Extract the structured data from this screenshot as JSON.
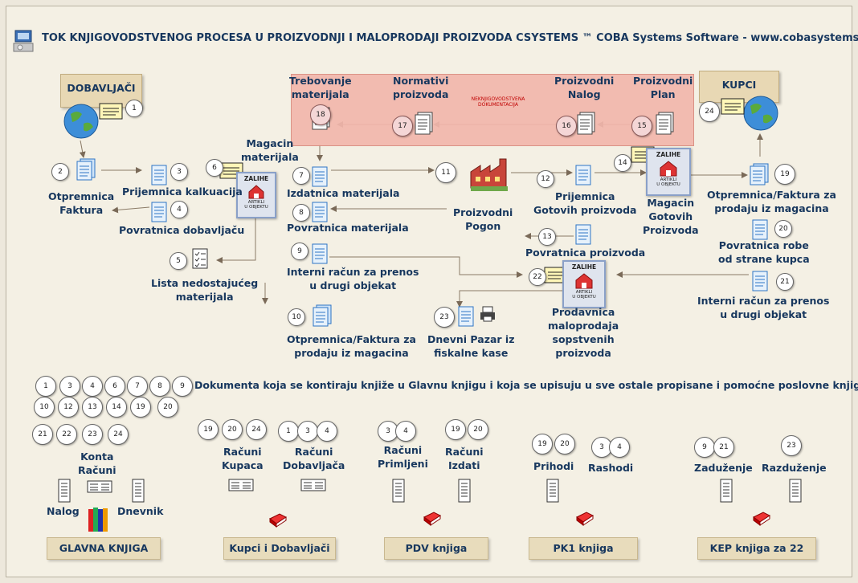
{
  "title": "TOK KNJIGOVODSTVENOG PROCESA  U PROIZVODNJI I MALOPRODAJI PROIZVODA CSYSTEMS ™ COBA Systems Software - www.cobasystems.com",
  "boxes": {
    "dobavljaci": "DOBAVLJAČI",
    "kupci": "KUPCI"
  },
  "pink": {
    "trebovanje": [
      "Trebovanje",
      "materijala"
    ],
    "normativi": [
      "Normativi",
      "proizvoda"
    ],
    "nalog": [
      "Proizvodni",
      "Nalog"
    ],
    "plan": [
      "Proizvodni",
      "Plan"
    ],
    "note": [
      "NEKNJIGOVODSTVENA",
      "DOKUMENTACIJA"
    ]
  },
  "stock": {
    "title": "ZALIHE",
    "line1": "ARTIKLI",
    "line2": "U OBJEKTU"
  },
  "labels": {
    "otpremnica_faktura": [
      "Otpremnica",
      "Faktura"
    ],
    "prijemnica_kalkuacija": "Prijemnica kalkuacija",
    "povratnica_dobavljacu": "Povratnica dobavljaču",
    "magacin_materijala": [
      "Magacin",
      "materijala"
    ],
    "izdatnica": "Izdatnica materijala",
    "povratnica_materijala": "Povratnica materijala",
    "lista_nedostajuceg": [
      "Lista nedostajućeg",
      "materijala"
    ],
    "interni_racun_1": [
      "Interni račun za prenos",
      "u drugi objekat"
    ],
    "otpremnica_10": [
      "Otpremnica/Faktura za",
      "prodaju iz magacina"
    ],
    "proizvodni_pogon": [
      "Proizvodni",
      "Pogon"
    ],
    "prijemnica_gotovih": [
      "Prijemnica",
      "Gotovih proizvoda"
    ],
    "magacin_gotovih": [
      "Magacin",
      "Gotovih",
      "Proizvoda"
    ],
    "otpremnica_19": [
      "Otpremnica/Faktura za",
      "prodaju iz magacina"
    ],
    "povratnica_robe": [
      "Povratnica robe",
      "od strane kupca"
    ],
    "interni_racun_21": [
      "Interni račun za prenos",
      "u drugi objekat"
    ],
    "povratnica_proizvoda": "Povratnica proizvoda",
    "prodavnica": [
      "Prodavnica",
      "maloprodaja",
      "sopstvenih",
      "proizvoda"
    ],
    "dnevni_pazar": [
      "Dnevni Pazar iz",
      "fiskalne kase"
    ]
  },
  "flow_numbers": [
    "1",
    "2",
    "3",
    "4",
    "5",
    "6",
    "7",
    "8",
    "9",
    "10",
    "11",
    "12",
    "13",
    "14",
    "15",
    "16",
    "17",
    "18",
    "19",
    "20",
    "21",
    "22",
    "23",
    "24"
  ],
  "legend_numbers": {
    "row1": [
      "1",
      "3",
      "4",
      "6",
      "7",
      "8",
      "9"
    ],
    "row2": [
      "10",
      "12",
      "13",
      "14",
      "19",
      "20"
    ],
    "row3": [
      "21",
      "22",
      "23",
      "24"
    ]
  },
  "legend_text": "Dokumenta koja se kontiraju knjiže u Glavnu knjigu i koja se upisuju u sve ostale propisane i pomoćne poslovne knjige",
  "groups": {
    "konta_racuni": [
      "Konta",
      "Računi"
    ],
    "nalog": "Nalog",
    "dnevnik": "Dnevnik",
    "racuni_kupaca": [
      "Računi",
      "Kupaca"
    ],
    "racuni_dobavljaca": [
      "Računi",
      "Dobavljača"
    ],
    "racuni_primljeni": [
      "Računi",
      "Primljeni"
    ],
    "racuni_izdati": [
      "Računi",
      "Izdati"
    ],
    "prihodi": "Prihodi",
    "rashodi": "Rashodi",
    "zaduzenje": "Zaduženje",
    "razduzenje": "Razduženje"
  },
  "group_numbers": {
    "kupaca": [
      "19",
      "20",
      "24"
    ],
    "dobavljaca": [
      "1",
      "3",
      "4"
    ],
    "primljeni": [
      "3",
      "4"
    ],
    "izdati": [
      "19",
      "20"
    ],
    "prihodi": [
      "19",
      "20"
    ],
    "rashodi": [
      "3",
      "4"
    ],
    "zaduzenje": [
      "9",
      "21"
    ],
    "razduzenje": [
      "23"
    ]
  },
  "footer": {
    "glavna": "GLAVNA KNJIGA",
    "kupci_dobavljaci": "Kupci i Dobavljači",
    "pdv": "PDV knjiga",
    "pk1": "PK1 knjiga",
    "kep": "KEP knjiga za 22"
  },
  "colors": {
    "text": "#17375e",
    "pink": "#f2b7ac",
    "box": "#e8d8b4",
    "doc_blue": "#2e75c4"
  }
}
